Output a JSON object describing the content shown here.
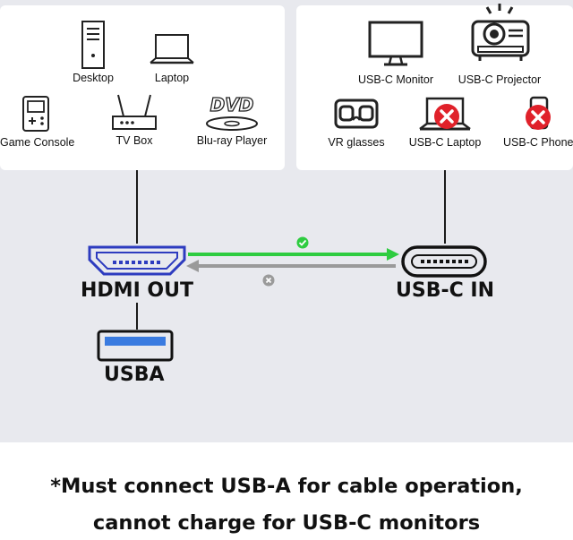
{
  "source_devices": [
    {
      "label": "Desktop",
      "icon": "desktop-tower-icon"
    },
    {
      "label": "Laptop",
      "icon": "laptop-icon"
    },
    {
      "label": "Game Console",
      "icon": "game-console-icon"
    },
    {
      "label": "TV Box",
      "icon": "tv-box-icon"
    },
    {
      "label": "Blu-ray Player",
      "icon": "bluray-player-icon",
      "logo_text": "DVD"
    }
  ],
  "target_devices": [
    {
      "label": "USB-C Monitor",
      "icon": "monitor-icon"
    },
    {
      "label": "USB-C Projector",
      "icon": "projector-icon"
    },
    {
      "label": "VR glasses",
      "icon": "vr-glasses-icon"
    },
    {
      "label": "USB-C Laptop",
      "icon": "laptop-icon",
      "unsupported": true
    },
    {
      "label": "USB-C Phone",
      "icon": "phone-icon",
      "unsupported": true
    }
  ],
  "ports": {
    "hdmi": "HDMI OUT",
    "usbc": "USB-C IN",
    "usba": "USBA"
  },
  "arrows": {
    "supported_direction": "HDMI OUT to USB-C IN",
    "supported_color": "#2ecc40",
    "unsupported_direction": "USB-C IN to HDMI OUT",
    "unsupported_color": "#9a9a9a"
  },
  "colors": {
    "hdmi_connector": "#2d3bbf",
    "usba_insert": "#3a7be0",
    "forbidden_badge": "#e0212a"
  },
  "note": {
    "line1": "*Must connect USB-A for cable operation,",
    "line2": "cannot charge for USB-C monitors"
  }
}
